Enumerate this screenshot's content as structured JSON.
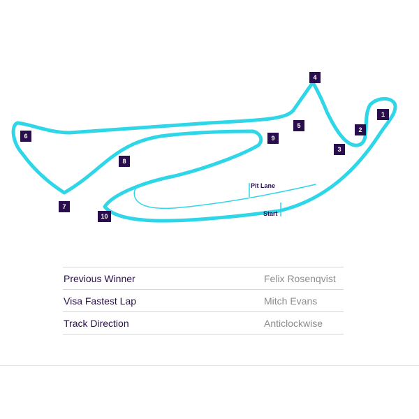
{
  "map": {
    "colors": {
      "track": "#2ed6e8",
      "marker": "#2a0d4d",
      "marker_text": "#ffffff"
    },
    "corners": [
      "1",
      "2",
      "3",
      "4",
      "5",
      "6",
      "7",
      "8",
      "9",
      "10"
    ],
    "pit_lane_label": "Pit Lane",
    "start_label": "Start"
  },
  "info": {
    "rows": [
      {
        "label": "Previous Winner",
        "value": "Felix Rosenqvist"
      },
      {
        "label": "Visa Fastest Lap",
        "value": "Mitch Evans"
      },
      {
        "label": "Track Direction",
        "value": "Anticlockwise"
      }
    ]
  }
}
